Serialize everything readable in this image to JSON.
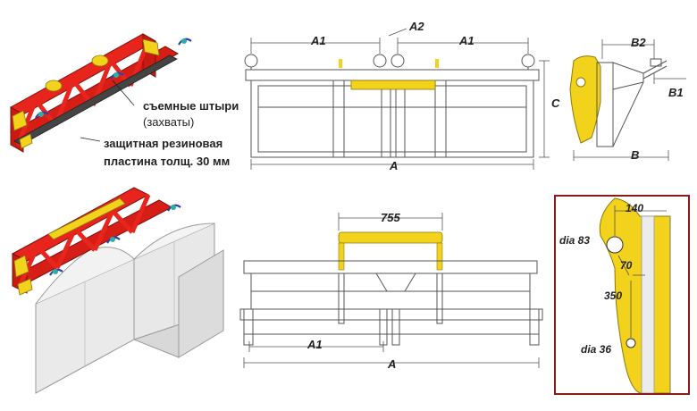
{
  "annotations": {
    "pins": "съемные штыри",
    "pins_sub": "(захваты)",
    "plate_line1": "защитная резиновая",
    "plate_line2": "пластина толщ. 30 мм"
  },
  "front_view": {
    "a1_left": "A1",
    "a2": "A2",
    "a1_right": "A1",
    "c": "C",
    "a": "A"
  },
  "side_view": {
    "b2": "B2",
    "b1": "B1",
    "b": "B"
  },
  "bottom_view": {
    "width_755": "755",
    "a1": "A1",
    "a": "A"
  },
  "detail": {
    "d140": "140",
    "dia83": "dia 83",
    "d70": "70",
    "d350": "350",
    "dia36": "dia 36"
  },
  "colors": {
    "frame_red": "#e8251c",
    "accent_yellow": "#f2d21a",
    "outline": "#555555",
    "bag_gray": "#e6e6e6",
    "detail_border": "#8b1a1a"
  }
}
